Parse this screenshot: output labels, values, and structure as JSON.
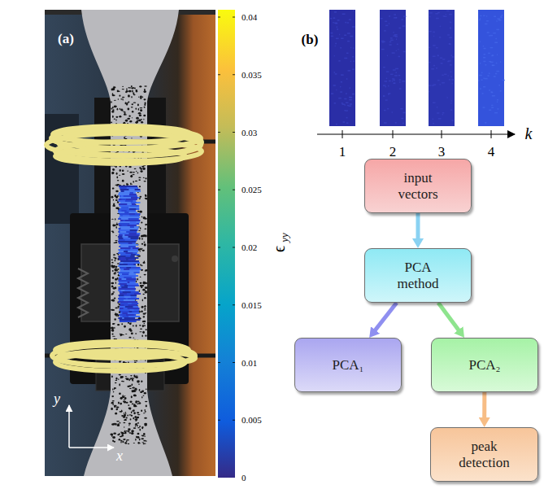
{
  "diagram": {
    "nodes": [
      {
        "text": [
          "input vectors"
        ]
      },
      {
        "text": [
          "PCA method"
        ]
      },
      {
        "text": [
          "PCA₁"
        ]
      },
      {
        "text": [
          "PCA₂"
        ]
      },
      {
        "text": [
          "peak detection"
        ]
      }
    ],
    "edges": [
      {
        "from": 0,
        "to": 1,
        "arrow": "to"
      },
      {
        "from": 1,
        "to": 2,
        "arrow": "to"
      },
      {
        "from": 1,
        "to": 3,
        "arrow": "to"
      },
      {
        "from": 3,
        "to": 4,
        "arrow": "to"
      }
    ],
    "labels": [
      "(a)",
      "0.04",
      "0.035",
      "0.03",
      "0.025",
      "0.02",
      "0.015",
      "0.01",
      "0.005",
      "0",
      "ϵ",
      "yy",
      "y",
      "x",
      "(b)",
      "1",
      "2",
      "3",
      "4",
      "k"
    ]
  }
}
